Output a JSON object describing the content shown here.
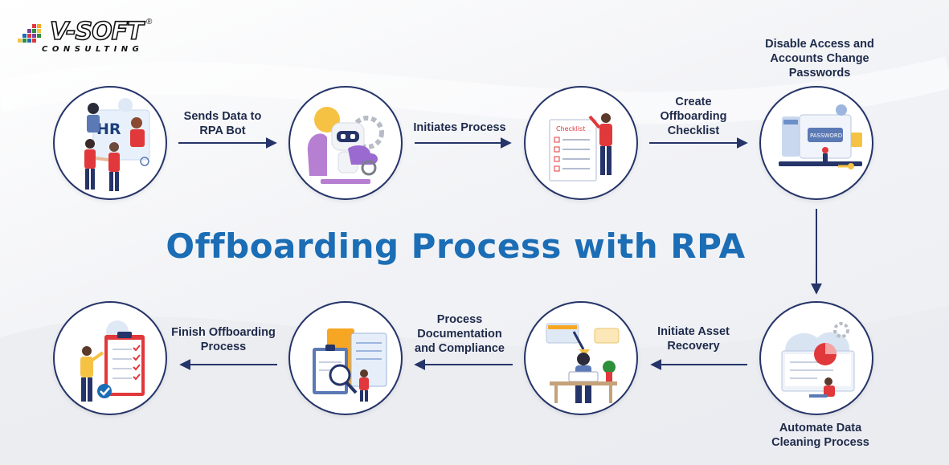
{
  "brand": {
    "name": "V-SOFT",
    "registered": "®",
    "tagline": "CONSULTING"
  },
  "title": "Offboarding Process with RPA",
  "steps": [
    {
      "label": "Sends Data to RPA Bot",
      "badge": "HR",
      "icon": "hr-team-icon"
    },
    {
      "label": "Initiates Process",
      "icon": "robot-icon"
    },
    {
      "label": "Create Offboarding Checklist",
      "badge": "Checklist",
      "icon": "checklist-icon"
    },
    {
      "label": "Disable Access and Accounts Change Passwords",
      "badge": "PASSWORD",
      "icon": "password-icon"
    },
    {
      "label": "Automate Data Cleaning Process",
      "icon": "data-cleaning-icon"
    },
    {
      "label": "Initiate Asset Recovery",
      "icon": "asset-recovery-icon"
    },
    {
      "label": "Process Documentation and Compliance",
      "icon": "documentation-icon"
    },
    {
      "label": "Finish Offboarding Process",
      "icon": "finish-checklist-icon"
    }
  ],
  "label_lines": {
    "s1": [
      "Sends Data to",
      "RPA Bot"
    ],
    "s2": [
      "Initiates Process"
    ],
    "s3": [
      "Create",
      "Offboarding",
      "Checklist"
    ],
    "s4": [
      "Disable Access and",
      "Accounts Change",
      "Passwords"
    ],
    "s5": [
      "Automate Data",
      "Cleaning Process"
    ],
    "s6": [
      "Initiate Asset",
      "Recovery"
    ],
    "s7": [
      "Process",
      "Documentation",
      "and Compliance"
    ],
    "s8": [
      "Finish Offboarding",
      "Process"
    ]
  },
  "colors": {
    "accent": "#1b6db5",
    "navy": "#253469",
    "red": "#e0383b",
    "yellow": "#f6c244"
  }
}
